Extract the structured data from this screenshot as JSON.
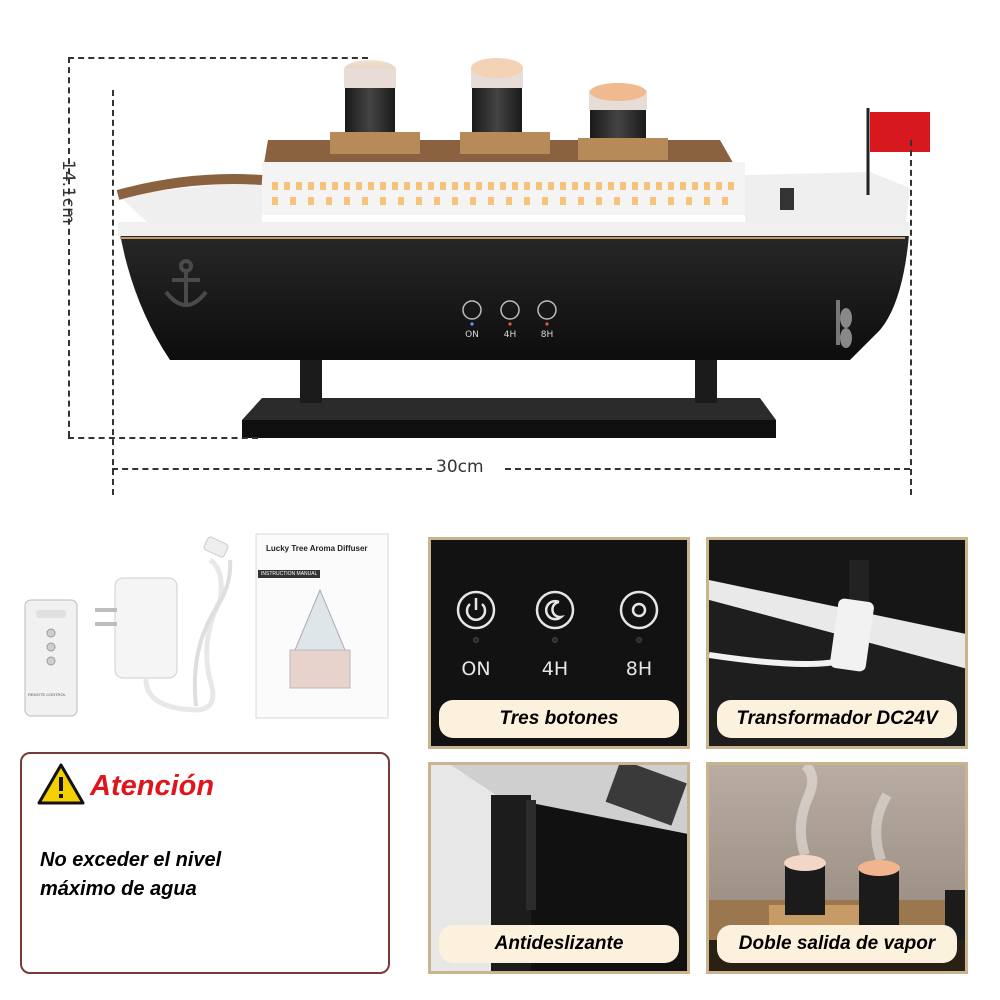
{
  "dimensions": {
    "height_label": "14.1cm",
    "width_label": "30cm"
  },
  "ship_controls": [
    {
      "label": "ON",
      "icon": "power-icon"
    },
    {
      "label": "4H",
      "icon": "moon-icon"
    },
    {
      "label": "8H",
      "icon": "sun-icon"
    }
  ],
  "manual": {
    "title": "Lucky Tree Aroma Diffuser",
    "subtitle": "INSTRUCTION MANUAL"
  },
  "remote": {
    "label": "REMOTE CONTROL"
  },
  "attention": {
    "title": "Atención",
    "text": "No exceder el nivel máximo de agua",
    "icon": "warning-icon"
  },
  "features": [
    {
      "caption": "Tres botones",
      "buttons": [
        "ON",
        "4H",
        "8H"
      ]
    },
    {
      "caption": "Transformador DC24V"
    },
    {
      "caption": "Antideslizante"
    },
    {
      "caption": "Doble salida de vapor"
    }
  ],
  "colors": {
    "hull": "#141414",
    "deck": "#f2f2f2",
    "flag": "#d7191f",
    "warning": "#e0151b",
    "caption_bg": "#fbf1dc",
    "tile_border": "#c9b48e"
  }
}
